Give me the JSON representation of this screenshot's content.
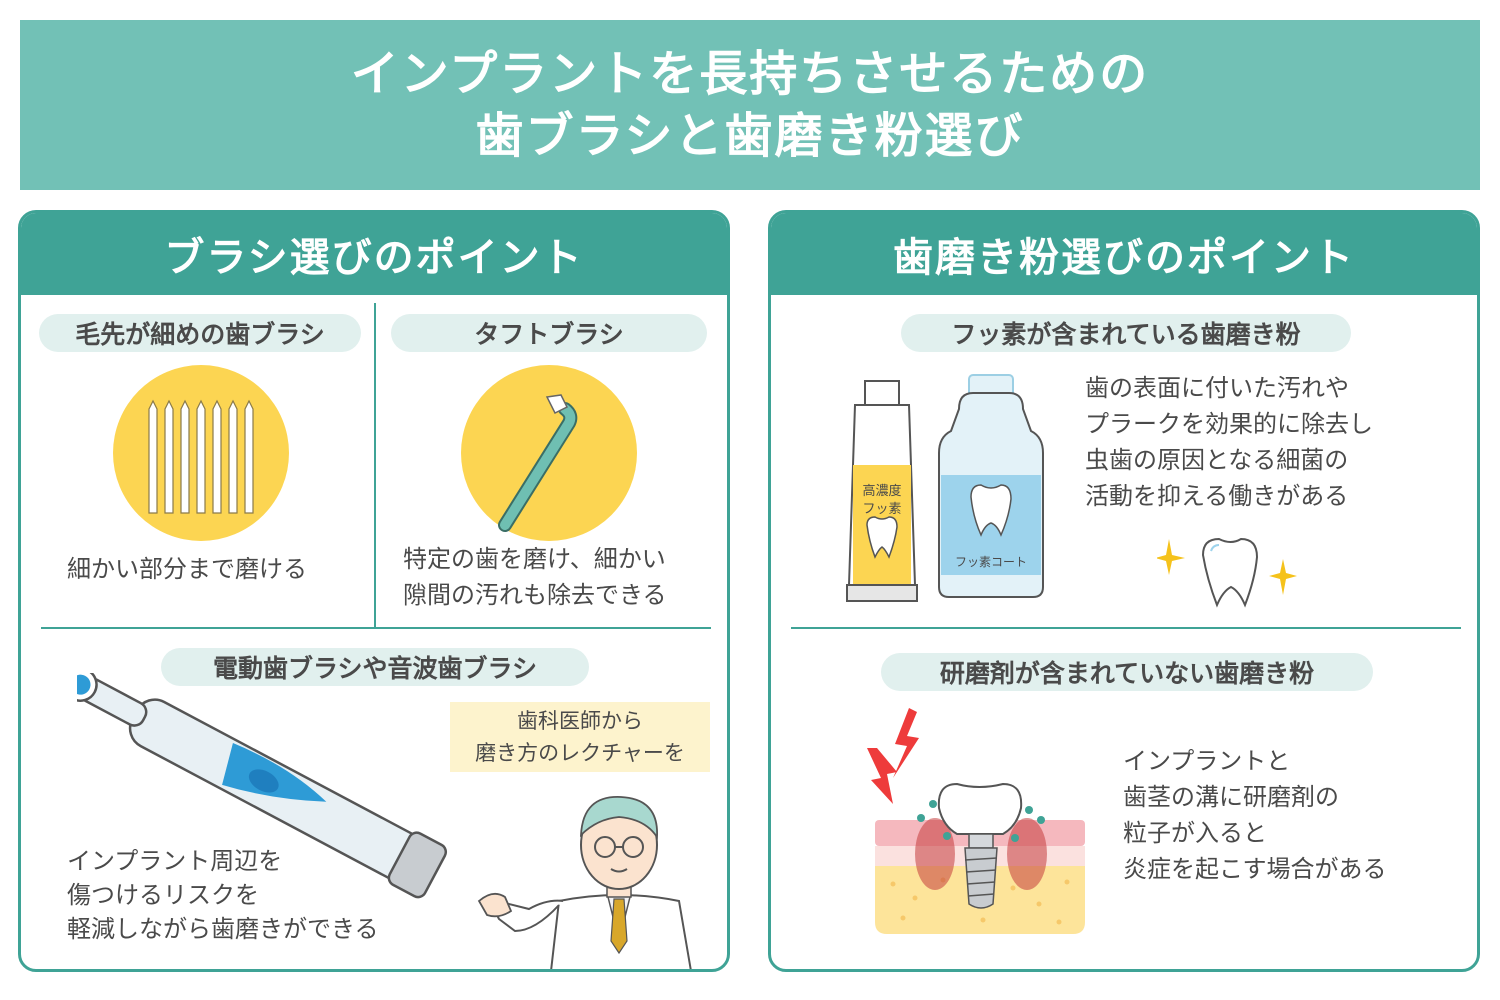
{
  "title": {
    "line1": "インプラントを長持ちさせるための",
    "line2": "歯ブラシと歯磨き粉選び"
  },
  "brush_panel": {
    "header": "ブラシ選びのポイント",
    "fine_bristle": {
      "label": "毛先が細めの歯ブラシ",
      "text": "細かい部分まで磨ける"
    },
    "tuft": {
      "label": "タフトブラシ",
      "text_line1": "特定の歯を磨け、細かい",
      "text_line2": "隙間の汚れも除去できる"
    },
    "electric": {
      "label": "電動歯ブラシや音波歯ブラシ",
      "text_line1": "インプラント周辺を",
      "text_line2": "傷つけるリスクを",
      "text_line3": "軽減しながら歯磨きができる",
      "note_line1": "歯科医師から",
      "note_line2": "磨き方のレクチャーを"
    }
  },
  "paste_panel": {
    "header": "歯磨き粉選びのポイント",
    "fluoride": {
      "label": "フッ素が含まれている歯磨き粉",
      "tube_label_line1": "高濃度",
      "tube_label_line2": "フッ素",
      "bottle_label": "フッ素コート",
      "text_line1": "歯の表面に付いた汚れや",
      "text_line2": "プラークを効果的に除去し",
      "text_line3": "虫歯の原因となる細菌の",
      "text_line4": "活動を抑える働きがある"
    },
    "no_abrasive": {
      "label": "研磨剤が含まれていない歯磨き粉",
      "text_line1": "インプラントと",
      "text_line2": "歯茎の溝に研磨剤の",
      "text_line3": "粒子が入ると",
      "text_line4": "炎症を起こす場合がある"
    }
  },
  "colors": {
    "banner": "#72c1b6",
    "panel_header": "#3fa396",
    "pill": "#e1f0ee",
    "yellow_circle": "#fcd552",
    "note_bg": "#fdf3cd",
    "text": "#4a4a4a"
  }
}
